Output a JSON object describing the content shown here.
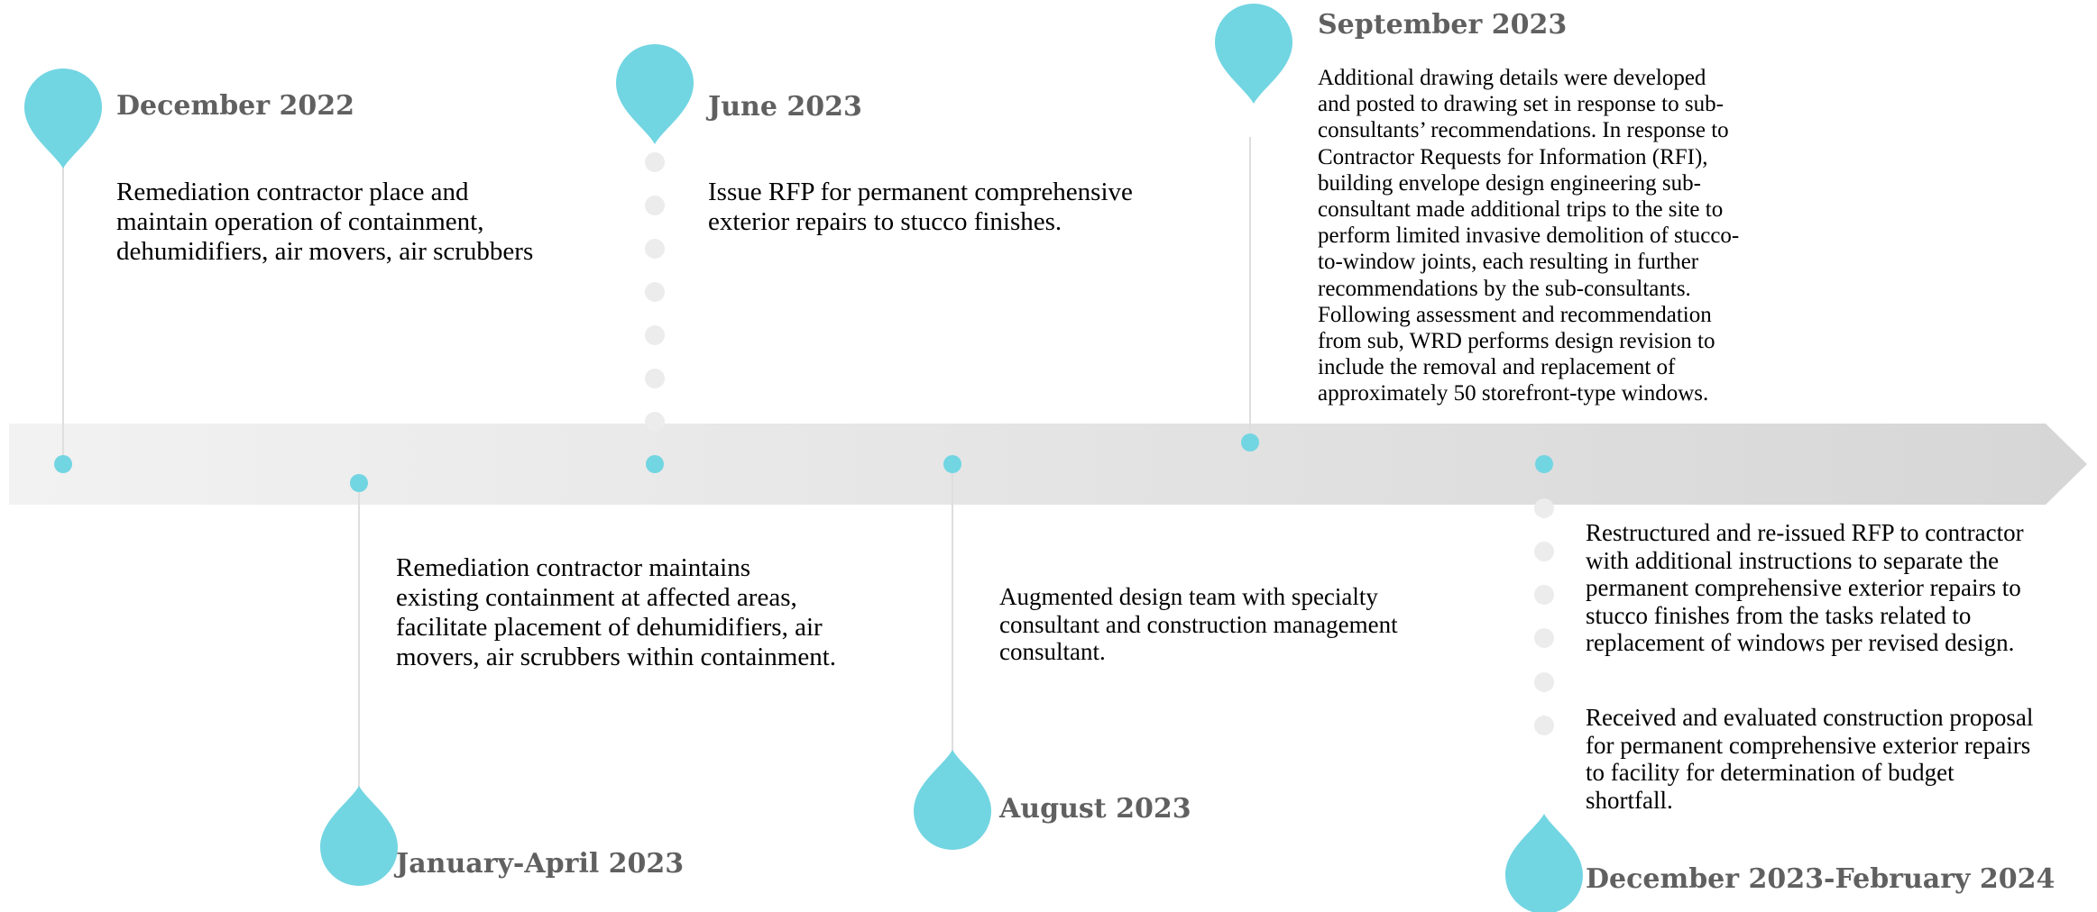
{
  "colors": {
    "marker": "#72d5e2",
    "arrow_light": "#f2f2f2",
    "arrow_dark": "#d6d6d6",
    "connector": "#dedede",
    "dots": "#ececec",
    "date_text": "#606060",
    "body_text": "#000000"
  },
  "events": [
    {
      "id": "dec-2022",
      "date": "December 2022",
      "lines": [
        "Remediation contractor place and",
        "maintain operation of containment,",
        "dehumidifiers, air movers, air scrubbers"
      ]
    },
    {
      "id": "jan-apr-2023",
      "date": "January-April 2023",
      "lines": [
        "Remediation contractor maintains",
        "existing containment at affected areas,",
        "facilitate placement of dehumidifiers, air",
        "movers, air scrubbers within containment."
      ]
    },
    {
      "id": "jun-2023",
      "date": "June 2023",
      "lines": [
        "Issue RFP for permanent comprehensive",
        "exterior repairs to stucco finishes."
      ]
    },
    {
      "id": "aug-2023",
      "date": "August 2023",
      "lines": [
        "Augmented design team with specialty",
        "consultant and construction management",
        "consultant."
      ]
    },
    {
      "id": "sep-2023",
      "date": "September 2023",
      "lines": [
        "Additional drawing details were developed",
        "and posted to drawing set in response to sub-",
        "consultants’ recommendations.   In response to",
        "Contractor Requests for Information (RFI),",
        "building envelope design engineering sub-",
        "consultant made additional trips to the site to",
        "perform limited invasive demolition of stucco-",
        "to-window joints, each resulting in further",
        "recommendations by the sub-consultants.",
        "Following assessment and recommendation",
        "from sub, WRD performs design revision to",
        "include the removal and replacement of",
        "approximately 50 storefront-type windows."
      ]
    },
    {
      "id": "dec-2023-feb-2024",
      "date": "December 2023-February 2024",
      "lines": [
        "Restructured and re-issued RFP to contractor",
        "with additional instructions to separate the",
        "permanent comprehensive exterior repairs to",
        "stucco finishes from the tasks related to",
        "replacement of windows per revised design."
      ],
      "lines_2": [
        "Received and evaluated construction proposal",
        "for permanent comprehensive exterior repairs",
        "to facility for determination of budget",
        "shortfall."
      ]
    }
  ]
}
